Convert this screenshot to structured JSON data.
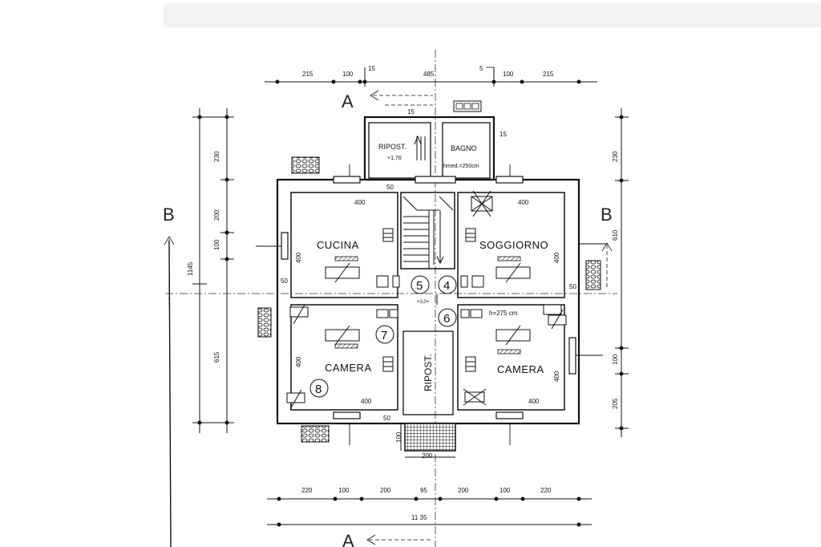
{
  "rooms": {
    "cucina": "CUCINA",
    "soggiorno": "SOGGIORNO",
    "camera_left": "CAMERA",
    "camera_right": "CAMERA",
    "ripost_top": "RIPOST.",
    "ripost_top_level": "+1,76",
    "bagno": "BAGNO",
    "bagno_height": "hmed.=250cm",
    "ripost_corridor": "RIPOST.",
    "camera_right_height": "h=275 cm"
  },
  "section_labels": {
    "a_top": "A",
    "a_bottom": "A",
    "b_left": "B",
    "b_right": "B"
  },
  "circle_numbers": [
    "5",
    "4",
    "6",
    "7",
    "8"
  ],
  "center_level": "+3,0+",
  "top_dimensions": [
    "215",
    "100",
    "15",
    "485",
    "5",
    "100",
    "215"
  ],
  "top_small": [
    "15",
    "15"
  ],
  "left_dimensions": [
    "230",
    "200",
    "100",
    "1145",
    "615"
  ],
  "right_dimensions": [
    "230",
    "610",
    "100",
    "205"
  ],
  "room_dims": {
    "cucina_w": "400",
    "cucina_h": "400",
    "soggiorno_w": "400",
    "soggiorno_h": "400",
    "camera_l_w": "400",
    "camera_l_h": "400",
    "camera_r_w": "400",
    "camera_r_h": "400",
    "wall_50_a": "50",
    "wall_50_b": "50",
    "wall_50_c": "50",
    "wall_50_d": "50",
    "steps_w": "200",
    "steps_h": "100"
  },
  "bottom_dimensions": [
    "220",
    "100",
    "200",
    "95",
    "200",
    "100",
    "220"
  ],
  "total_width": "11 35"
}
